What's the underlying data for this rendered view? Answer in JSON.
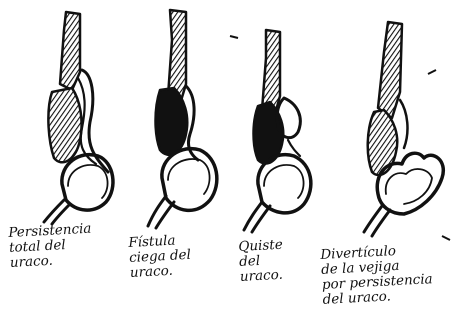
{
  "colors": {
    "ink": "#111111",
    "paper": "#ffffff"
  },
  "panels": [
    {
      "id": "persistencia",
      "caption_lines": [
        "Persistencia",
        "total del",
        "uraco."
      ]
    },
    {
      "id": "fistula",
      "caption_lines": [
        "Fístula",
        "ciega del",
        "uraco."
      ]
    },
    {
      "id": "quiste",
      "caption_lines": [
        "Quiste",
        "del",
        "uraco."
      ]
    },
    {
      "id": "diverticulo",
      "caption_lines": [
        "Divertículo",
        "de la vejiga",
        "por persistencia",
        "del uraco."
      ]
    }
  ]
}
